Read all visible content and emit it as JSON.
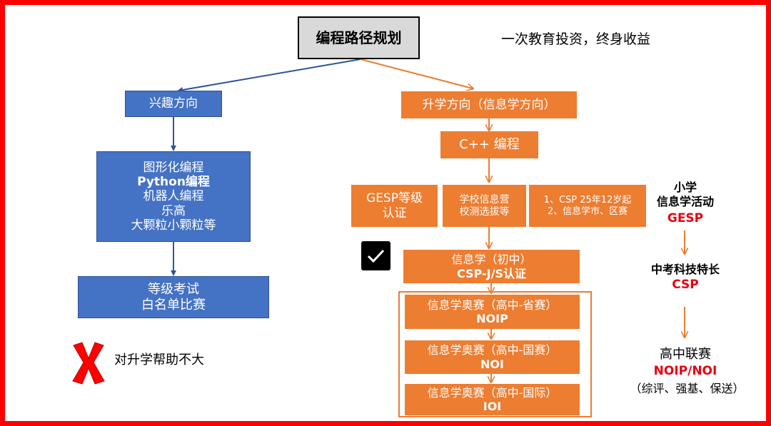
{
  "root": {
    "title": "编程路径规划"
  },
  "slogan": "一次教育投资，终身收益",
  "left": {
    "interest": "兴趣方向",
    "types": [
      "图形化编程",
      "Python编程",
      "机器人编程",
      "乐高",
      "大颗粒小颗粒等"
    ],
    "exam": [
      "等级考试",
      "白名单比赛"
    ],
    "verdict": "对升学帮助不大"
  },
  "middle": {
    "direction": "升学方向（信息学方向）",
    "cpp": "C++ 编程",
    "gesp": [
      "GESP等级",
      "认证"
    ],
    "camp": [
      "学校信息营",
      "校测选拔等"
    ],
    "csp_note": [
      "1、CSP 25年12岁起",
      "2、信息学市、区赛"
    ],
    "junior": [
      "信息学（初中）",
      "CSP-J/S认证"
    ],
    "noip": [
      "信息学奥赛（高中-省赛）",
      "NOIP"
    ],
    "noi": [
      "信息学奥赛（高中-国赛）",
      "NOI"
    ],
    "ioi": [
      "信息学奥赛（高中-国际）",
      "IOI"
    ]
  },
  "right": {
    "primary_title": [
      "小学",
      "信息学活动"
    ],
    "primary_red": "GESP",
    "middle_title": "中考科技特长",
    "middle_red": "CSP",
    "high_title": "高中联赛",
    "high_red": "NOIP/NOI",
    "high_note": "（综评、强基、保送）"
  },
  "colors": {
    "blue": "#4472c4",
    "orange": "#ed7d31",
    "red": "#e60012",
    "frame": "#ff0000"
  }
}
